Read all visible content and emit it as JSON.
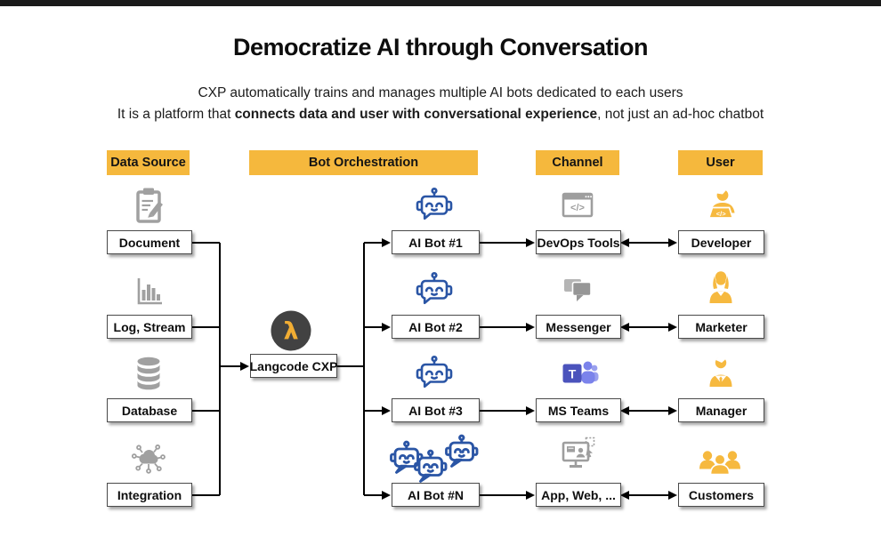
{
  "page": {
    "title": "Democratize AI through Conversation",
    "subtitle1": "CXP automatically trains and manages multiple AI bots dedicated to each users",
    "subtitle2_prefix": "It is a platform that ",
    "subtitle2_bold": "connects data and user with conversational experience",
    "subtitle2_suffix": ", not just an ad-hoc chatbot"
  },
  "colors": {
    "accent_yellow": "#F5B83D",
    "robot_blue": "#2A55A5",
    "icon_gray": "#9E9E9E",
    "person_yellow": "#F6B93F",
    "teams_purple": "#4B53BC",
    "teams_light_purple": "#7B83EB",
    "lambda_circle": "#424242",
    "lambda_yellow": "#F1AD33",
    "line_black": "#000000"
  },
  "headers": {
    "data_source": "Data Source",
    "orchestration": "Bot Orchestration",
    "channel": "Channel",
    "user": "User"
  },
  "hub": {
    "label": "Langcode CXP",
    "icon": "lambda-icon",
    "glyph": "λ"
  },
  "data_sources": [
    {
      "label": "Document",
      "icon": "clipboard-icon"
    },
    {
      "label": "Log, Stream",
      "icon": "bar-chart-icon"
    },
    {
      "label": "Database",
      "icon": "database-icon"
    },
    {
      "label": "Integration",
      "icon": "integration-icon"
    }
  ],
  "bots": [
    {
      "label": "AI Bot #1",
      "icon": "robot-icon"
    },
    {
      "label": "AI Bot #2",
      "icon": "robot-icon"
    },
    {
      "label": "AI Bot #3",
      "icon": "robot-icon"
    },
    {
      "label": "AI Bot #N",
      "icon": "multi-robot-icon"
    }
  ],
  "channels": [
    {
      "label": "DevOps Tools",
      "icon": "devops-browser-icon",
      "glyph": "</>"
    },
    {
      "label": "Messenger",
      "icon": "chat-bubbles-icon"
    },
    {
      "label": "MS Teams",
      "icon": "ms-teams-icon",
      "glyph": "T"
    },
    {
      "label": "App, Web, ...",
      "icon": "app-monitor-icon"
    }
  ],
  "users": [
    {
      "label": "Developer",
      "icon": "developer-icon",
      "glyph": "</>"
    },
    {
      "label": "Marketer",
      "icon": "marketer-icon"
    },
    {
      "label": "Manager",
      "icon": "manager-icon"
    },
    {
      "label": "Customers",
      "icon": "customers-icon"
    }
  ]
}
